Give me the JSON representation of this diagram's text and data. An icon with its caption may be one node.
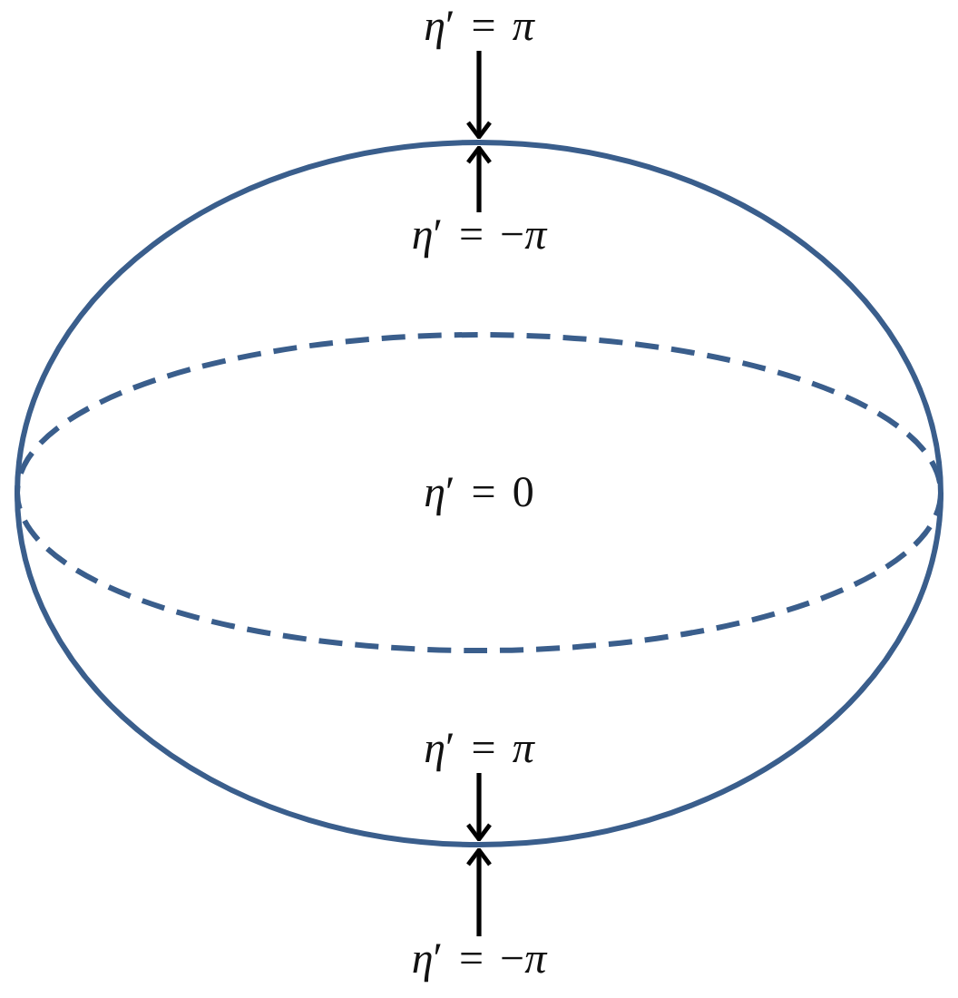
{
  "diagram": {
    "nodes": [
      {
        "text": [
          "*η*′ = *π*"
        ]
      },
      {
        "text": [],
        "shape": "ellipse"
      },
      {
        "text": [
          "*η*′ = −*π*"
        ],
        "in": 1
      },
      {
        "text": [
          "*η*′ = 0"
        ],
        "in": 1
      },
      {
        "text": [
          "*η*′ = *π*"
        ],
        "in": 1
      },
      {
        "text": [
          "*η*′ = −*π*"
        ]
      }
    ],
    "edges": [
      {
        "from": 0,
        "to": 1,
        "arrow": "to"
      },
      {
        "from": 2,
        "to": 1,
        "arrow": "to"
      },
      {
        "from": 4,
        "to": 1,
        "arrow": "to"
      },
      {
        "from": 5,
        "to": 1,
        "arrow": "to"
      }
    ]
  }
}
